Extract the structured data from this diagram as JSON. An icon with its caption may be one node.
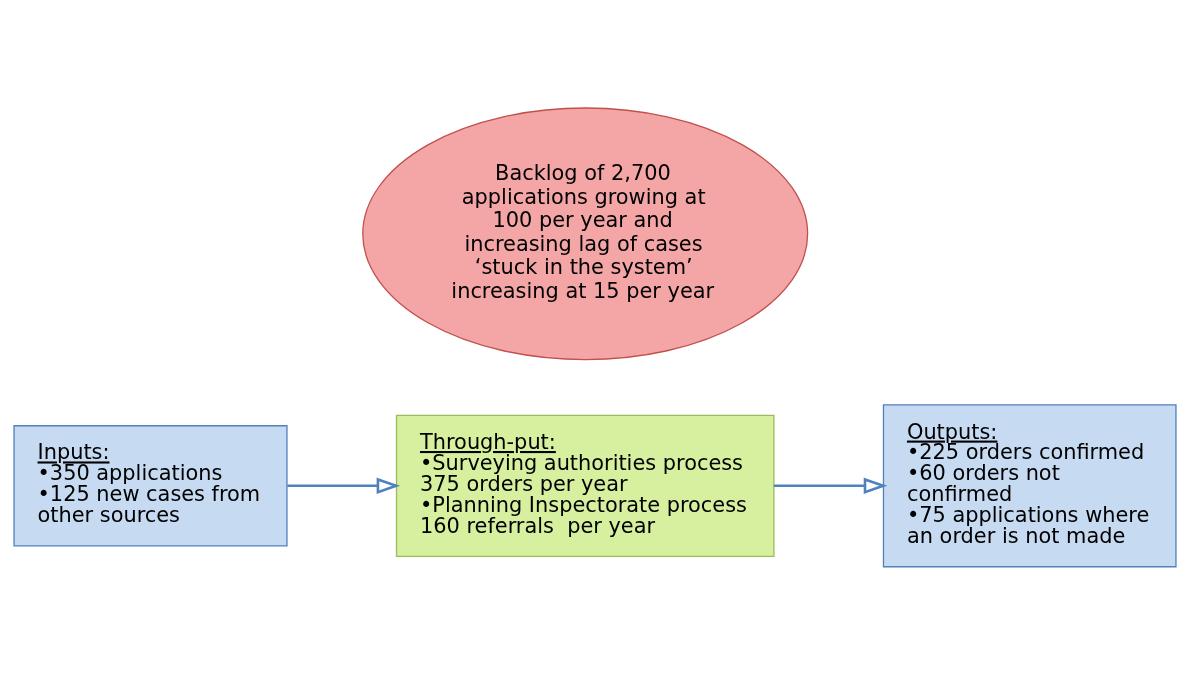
{
  "diagram": {
    "nodes": [
      {
        "text": [
          "Inputs:",
          "•350 applications",
          "•125 new cases from other sources"
        ]
      },
      {
        "text": [
          "Through-put:",
          "•Surveying authorities process 375 orders per year",
          "•Planning Inspectorate process 160 referrals  per year"
        ]
      },
      {
        "text": [
          "Outputs:",
          "•225 orders confirmed",
          "•60 orders not confirmed",
          "•75 applications where an order is not made"
        ]
      },
      {
        "text": [
          "Backlog of 2,700 applications growing at 100 per year and increasing lag of cases ‘stuck in the system’ increasing at 15 per year"
        ]
      }
    ],
    "edges": [
      {
        "from": 0,
        "to": 1,
        "arrow": "to"
      },
      {
        "from": 1,
        "to": 2,
        "arrow": "to"
      }
    ]
  }
}
